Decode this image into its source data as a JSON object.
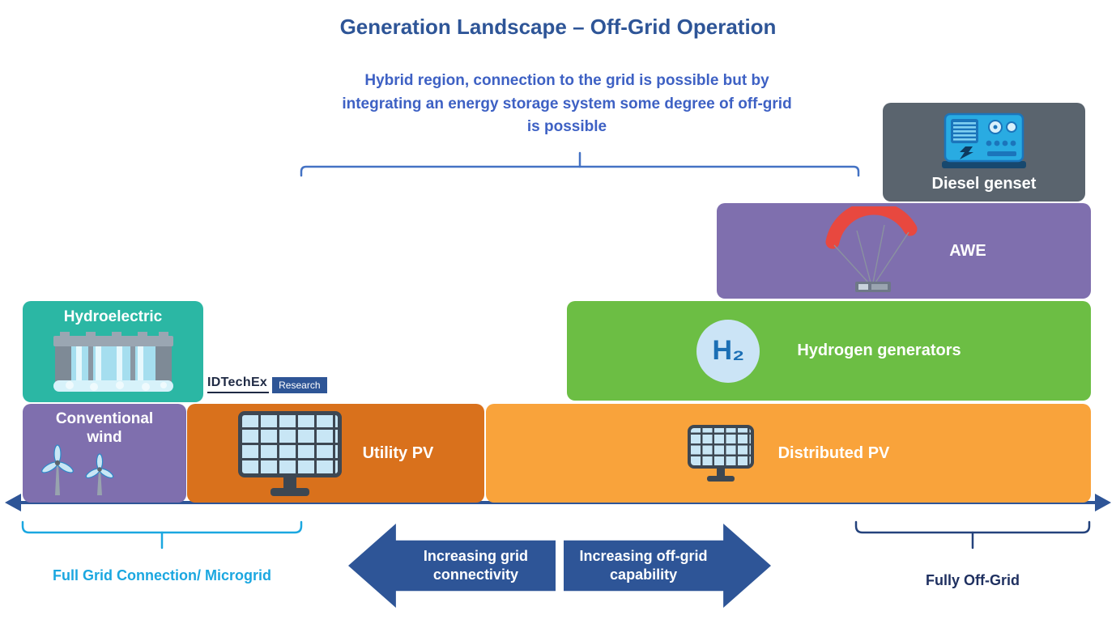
{
  "title": "Generation Landscape – Off-Grid Operation",
  "hybrid_note": "Hybrid region, connection to the grid is possible but by integrating an energy storage system some degree of off-grid is possible",
  "logo": {
    "name": "IDTechEx",
    "tag": "Research"
  },
  "boxes": {
    "diesel": {
      "label": "Diesel genset",
      "color": "#5A646E"
    },
    "awe": {
      "label": "AWE",
      "color": "#7F6FAE"
    },
    "hydrogen": {
      "label": "Hydrogen generators",
      "color": "#6CBE44",
      "icon_text": "H₂"
    },
    "hydroelectric": {
      "label": "Hydroelectric",
      "color": "#2BB7A4"
    },
    "wind": {
      "label": "Conventional wind",
      "color": "#7F6FAE"
    },
    "utility_pv": {
      "label": "Utility PV",
      "color": "#D9711C"
    },
    "distributed_pv": {
      "label": "Distributed PV",
      "color": "#F9A33B"
    }
  },
  "flow_arrows": {
    "left": "Increasing grid connectivity",
    "right": "Increasing off-grid capability"
  },
  "axis": {
    "left_label": "Full Grid Connection/ Microgrid",
    "right_label": "Fully Off-Grid"
  },
  "colors": {
    "title": "#2E5597",
    "note": "#3E61C4",
    "axis": "#2E5597",
    "bracket_hybrid": "#4472C4",
    "left_label": "#1BA7E0",
    "right_label": "#1F3060",
    "flow_arrow": "#2E5597"
  }
}
